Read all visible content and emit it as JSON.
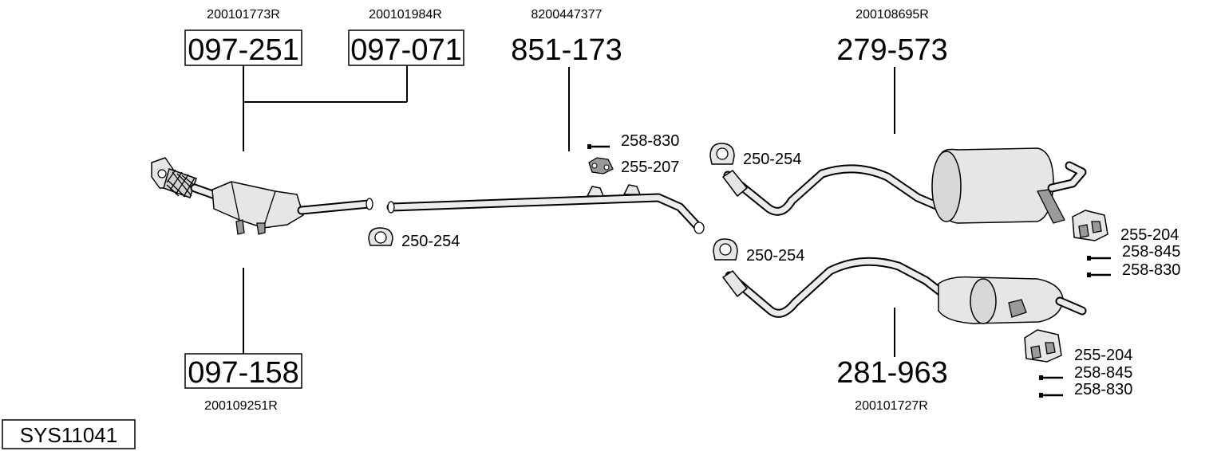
{
  "system_code": "SYS11041",
  "parts": {
    "p097251": {
      "number": "097-251",
      "oem": "200101773R"
    },
    "p097071": {
      "number": "097-071",
      "oem": "200101984R"
    },
    "p851173": {
      "number": "851-173",
      "oem": "8200447377"
    },
    "p279573": {
      "number": "279-573",
      "oem": "200108695R"
    },
    "p097158": {
      "number": "097-158",
      "oem": "200109251R"
    },
    "p281963": {
      "number": "281-963",
      "oem": "200101727R"
    }
  },
  "small_parts": {
    "clamp_left": "250-254",
    "bolt_mid": "258-830",
    "mount_mid": "255-207",
    "clamp_upper_right": "250-254",
    "clamp_lower_right": "250-254",
    "hanger_upper": "255-204",
    "bolt_upper_a": "258-845",
    "bolt_upper_b": "258-830",
    "hanger_lower": "255-204",
    "bolt_lower_a": "258-845",
    "bolt_lower_b": "258-830"
  }
}
